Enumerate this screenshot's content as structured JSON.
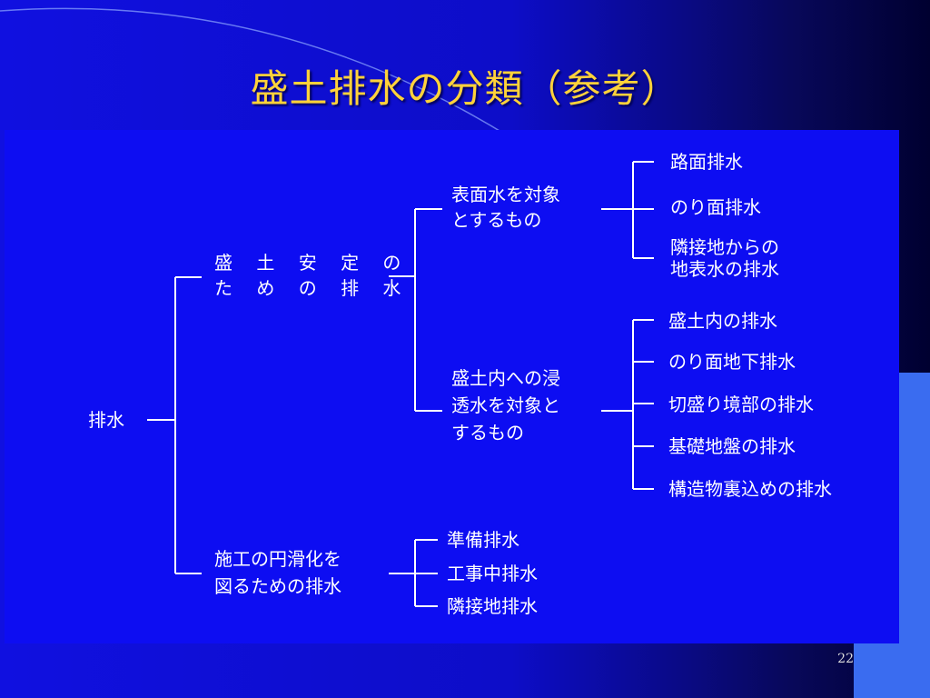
{
  "slide": {
    "title": "盛土排水の分類（参考）",
    "page_number": "22"
  },
  "tree": {
    "root": "排水",
    "stability": {
      "line1": "盛 土 安 定 の",
      "line2": "た め の 排 水"
    },
    "surface": {
      "line1": "表面水を対象",
      "line2": "とするもの"
    },
    "surface_items": [
      "路面排水",
      "のり面排水",
      "隣接地からの",
      "地表水の排水"
    ],
    "infiltration": {
      "line1": "盛土内への浸",
      "line2": "透水を対象と",
      "line3": "するもの"
    },
    "infiltration_items": [
      "盛土内の排水",
      "のり面地下排水",
      "切盛り境部の排水",
      "基礎地盤の排水",
      "構造物裏込めの排水"
    ],
    "construction": {
      "line1": "施工の円滑化を",
      "line2": "図るための排水"
    },
    "construction_items": [
      "準備排水",
      "工事中排水",
      "隣接地排水"
    ]
  },
  "colors": {
    "title": "#ffd23a",
    "panel": "#0d0df2",
    "text": "#ffffff",
    "line": "#ffffff"
  }
}
